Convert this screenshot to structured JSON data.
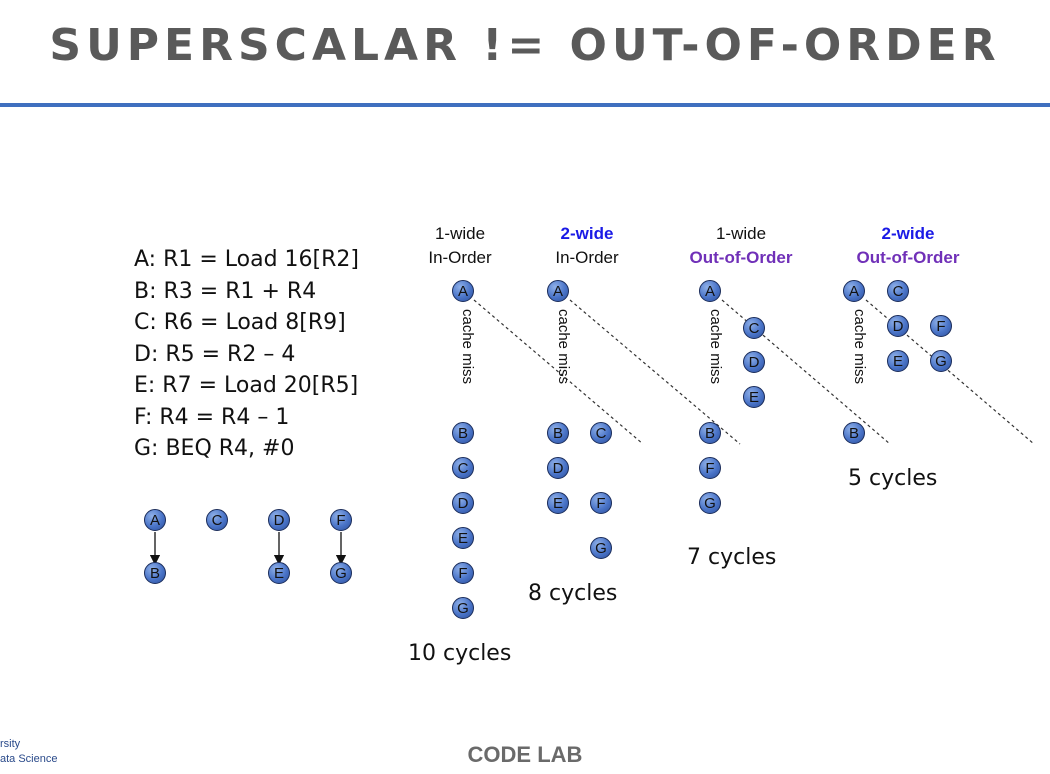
{
  "title": "SUPERSCALAR != OUT-OF-ORDER",
  "instructions": [
    "A: R1 = Load 16[R2]",
    "B: R3 = R1 + R4",
    "C: R6 = Load 8[R9]",
    "D: R5 = R2 – 4",
    "E: R7 = Load 20[R5]",
    "F: R4 = R4 – 1",
    "G: BEQ R4, #0"
  ],
  "columns": [
    {
      "width_label": "1-wide",
      "order_label": "In-Order",
      "width_style": "plain",
      "order_style": "plain",
      "cycles": "10 cycles",
      "miss_label": "cache miss"
    },
    {
      "width_label": "2-wide",
      "order_label": "In-Order",
      "width_style": "blue",
      "order_style": "plain",
      "cycles": "8 cycles",
      "miss_label": "cache miss"
    },
    {
      "width_label": "1-wide",
      "order_label": "Out-of-Order",
      "width_style": "plain",
      "order_style": "purple",
      "cycles": "7 cycles",
      "miss_label": "cache miss"
    },
    {
      "width_label": "2-wide",
      "order_label": "Out-of-Order",
      "width_style": "blue",
      "order_style": "purple",
      "cycles": "5 cycles",
      "miss_label": "cache miss"
    }
  ],
  "dependency_graph": {
    "nodes": [
      "A",
      "B",
      "C",
      "D",
      "E",
      "F",
      "G"
    ],
    "edges": [
      [
        "A",
        "B"
      ],
      [
        "D",
        "E"
      ],
      [
        "F",
        "G"
      ]
    ]
  },
  "colors": {
    "node_fill": "#4a74c8",
    "rule": "#3f6fbf",
    "title": "#5a5a5a",
    "wide_label": "#1a1ae6",
    "ooo_label": "#7030b8"
  },
  "footer": {
    "left_line1": "rsity",
    "left_line2": "ata Science",
    "center": "CODE LAB"
  }
}
